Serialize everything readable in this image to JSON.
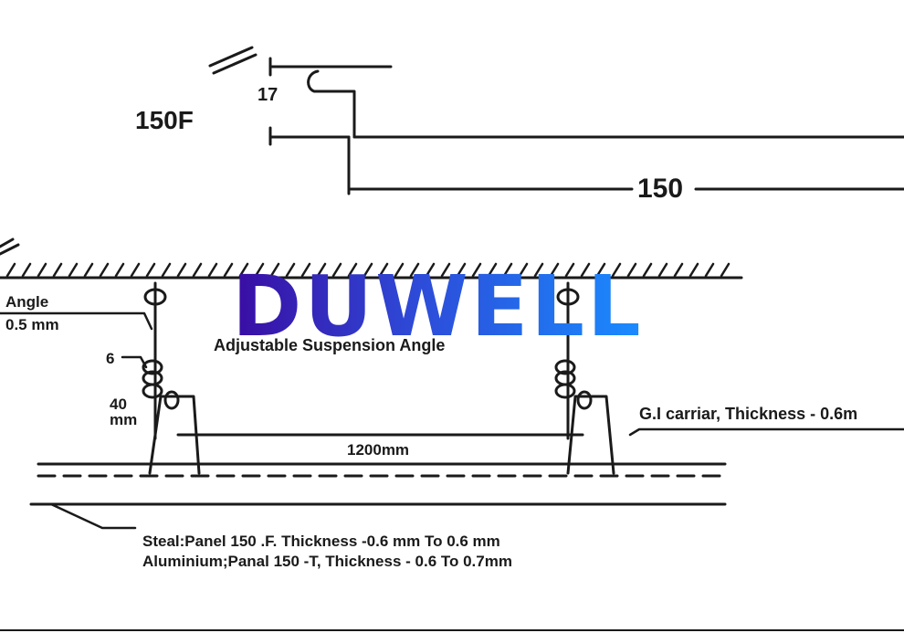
{
  "logo": {
    "text": "DUWELL"
  },
  "top_profile": {
    "name": "150F",
    "height": "17",
    "width": "150"
  },
  "suspension": {
    "left_label_line1": "Angle",
    "left_label_line2": "0.5 mm",
    "dim_6": "6",
    "dim_40": "40",
    "dim_40_unit": "mm",
    "adjustable_label": "Adjustable Suspension Angle",
    "span": "1200mm",
    "carrier_label": "G.I carriar, Thickness - 0.6m"
  },
  "panel_notes": {
    "line1": "Steal:Panel 150 .F. Thickness -0.6 mm To 0.6 mm",
    "line2": "Aluminium;Panal 150 -T, Thickness - 0.6 To 0.7mm"
  }
}
